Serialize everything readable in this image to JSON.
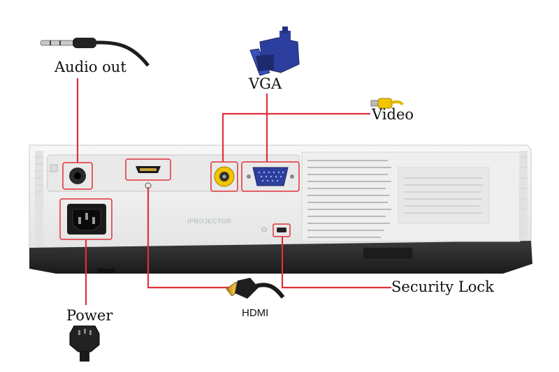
{
  "labels": {
    "audio_out": "Audio out",
    "vga": "VGA",
    "video": "Video",
    "power": "Power",
    "hdmi": "HDMI",
    "security_lock": "Security Lock"
  },
  "watermark": "IPROJECTOR",
  "colors": {
    "callout_line": "#e0303a",
    "projector_body": "#eeeeee",
    "projector_base": "#2b2b2b",
    "vga_connector": "#2d3f9e",
    "video_plug": "#f2c400",
    "hdmi_plug": "#d4a017"
  },
  "icons": [
    "audio-jack-plug-icon",
    "vga-plug-icon",
    "rca-plug-icon",
    "power-plug-icon",
    "hdmi-plug-icon",
    "lock-icon"
  ]
}
